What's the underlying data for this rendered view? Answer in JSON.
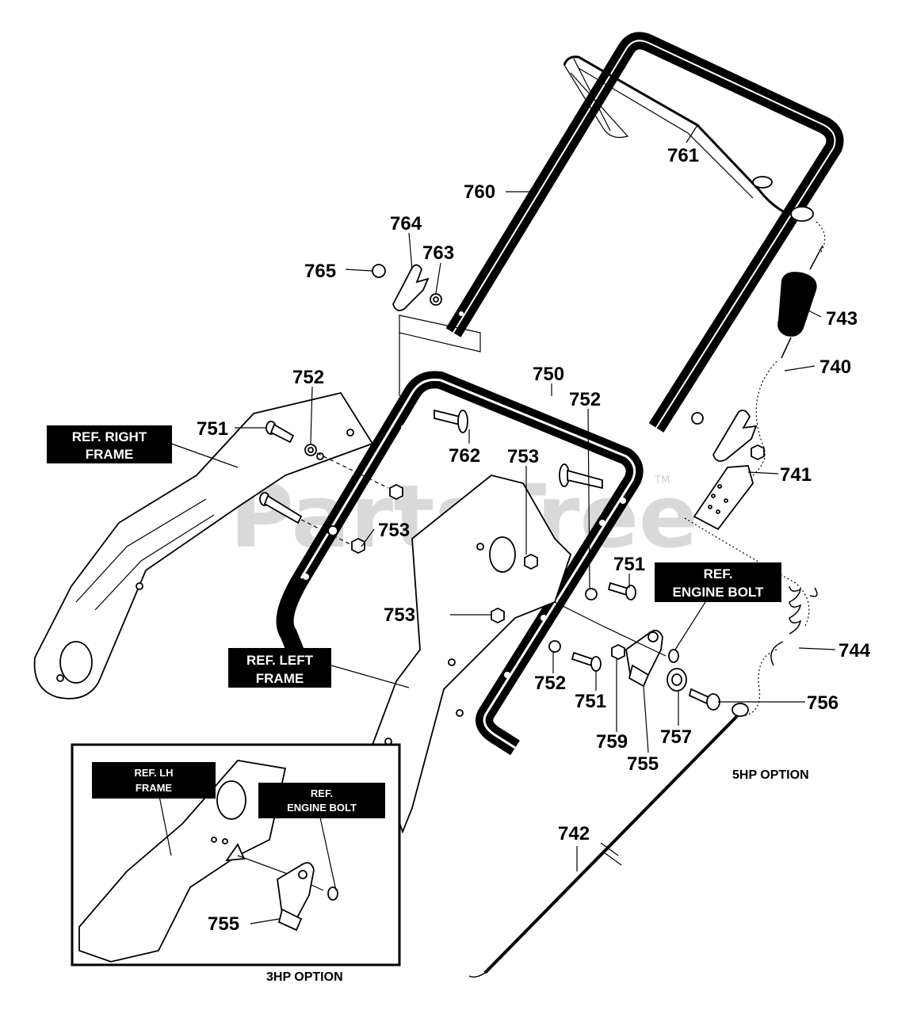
{
  "watermark": {
    "text": "PartsTree",
    "trademark": "TM"
  },
  "part_numbers": {
    "p760": "760",
    "p761": "761",
    "p764": "764",
    "p763": "763",
    "p765": "765",
    "p743": "743",
    "p740": "740",
    "p750": "750",
    "p752a": "752",
    "p752b": "752",
    "p751a": "751",
    "p762": "762",
    "p753a": "753",
    "p741": "741",
    "p753b": "753",
    "p751b": "751",
    "p753c": "753",
    "p744": "744",
    "p756": "756",
    "p752c": "752",
    "p751c": "751",
    "p759": "759",
    "p757": "757",
    "p755a": "755",
    "p742": "742",
    "p755b": "755"
  },
  "ref_labels": {
    "right_frame": [
      "REF. RIGHT",
      "FRAME"
    ],
    "left_frame": [
      "REF. LEFT",
      "FRAME"
    ],
    "engine_bolt": [
      "REF.",
      "ENGINE BOLT"
    ],
    "lh_frame": [
      "REF. LH",
      "FRAME"
    ],
    "engine_bolt_inset": [
      "REF.",
      "ENGINE BOLT"
    ]
  },
  "captions": {
    "option_5hp": "5HP OPTION",
    "option_3hp": "3HP OPTION"
  }
}
